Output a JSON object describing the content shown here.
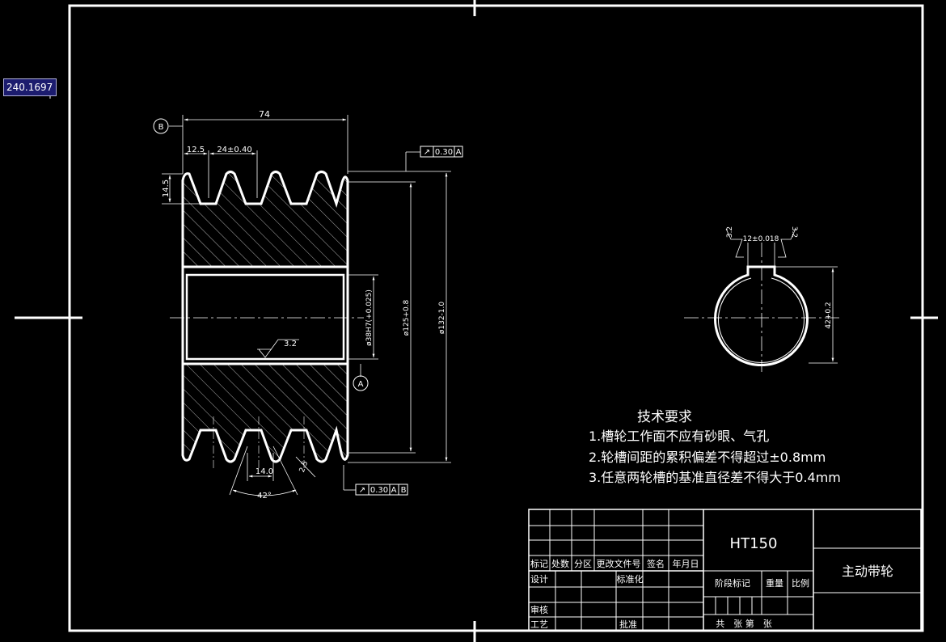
{
  "coordinate_readout": "240.1697",
  "drawing": {
    "datum_b": "B",
    "datum_a": "A",
    "dim_overall_width": "74",
    "dim_first_groove": "12.5",
    "dim_groove_pitch": "24±0.40",
    "dim_groove_depth": "14.5",
    "dim_bore": "ø38H7(+0.025)",
    "dim_pitch_dia": "ø125+0.8",
    "dim_outer_dia": "ø132-1.0",
    "dim_groove_width": "14.0",
    "dim_groove_angle": "42°",
    "roughness_bore": "3.2",
    "roughness_groove": "2.5",
    "tol_frame_top": {
      "symbol": "↗",
      "value": "0.30",
      "datum": "A"
    },
    "tol_frame_bottom": {
      "symbol": "↗",
      "value": "0.30",
      "datums": [
        "A",
        "B"
      ]
    },
    "keyway_width": "12±0.018",
    "keyway_rough_left": "3.2",
    "keyway_rough_right": "3.2",
    "keyway_depth": "42+0.2"
  },
  "tech_requirements": {
    "title": "技术要求",
    "items": [
      "1.槽轮工作面不应有砂眼、气孔",
      "2.轮槽间距的累积偏差不得超过±0.8mm",
      "3.任意两轮槽的基准直径差不得大于0.4mm"
    ]
  },
  "title_block": {
    "material": "HT150",
    "part_name": "主动带轮",
    "revision_headers": [
      "标记",
      "处数",
      "分区",
      "更改文件号",
      "签名",
      "年月日"
    ],
    "design": "设计",
    "standardize": "标准化",
    "review": "审核",
    "process": "工艺",
    "approve": "批准",
    "stage_mark": "阶段标记",
    "weight": "重量",
    "scale": "比例",
    "sheet_info": "共　张 第　张"
  }
}
